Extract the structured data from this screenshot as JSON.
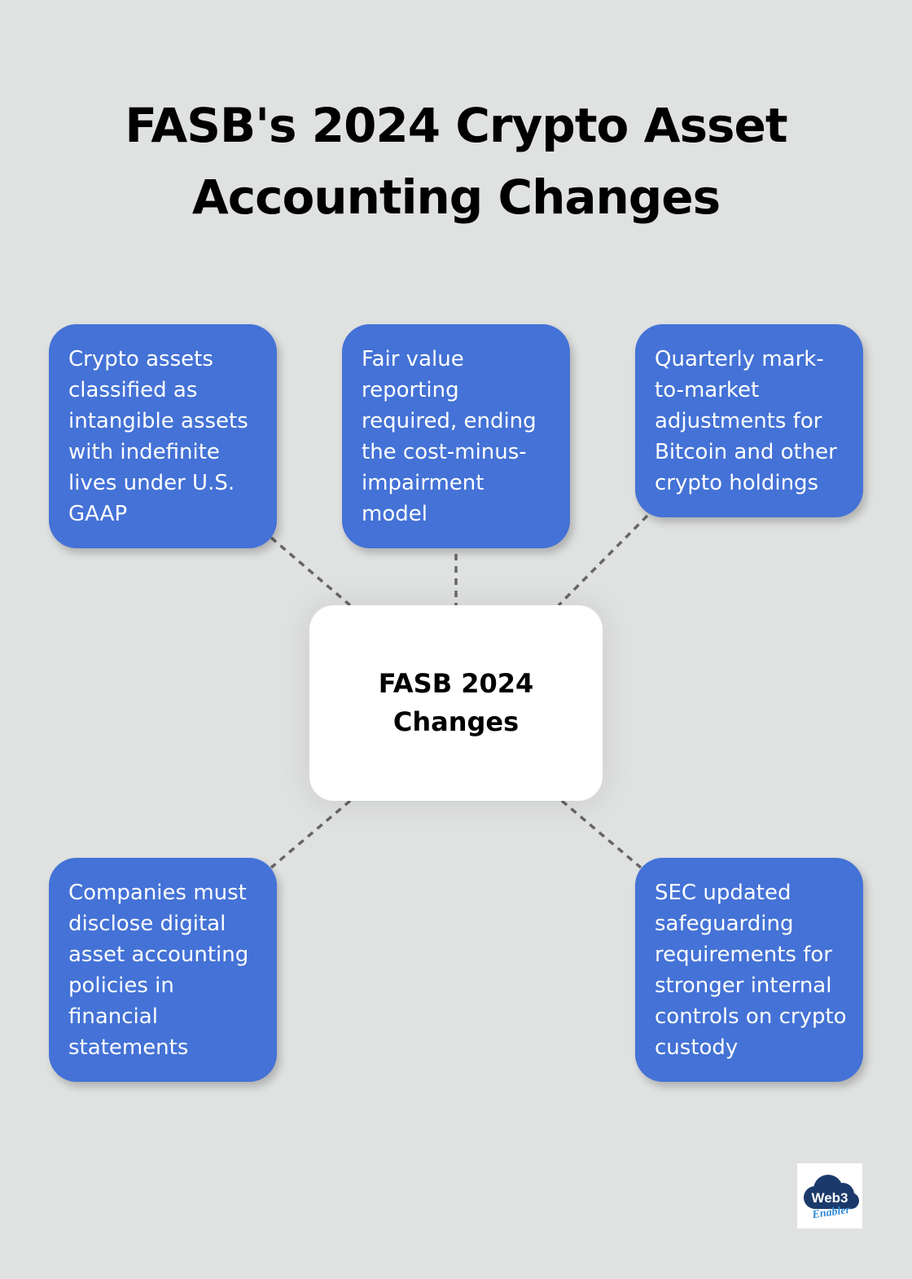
{
  "title": {
    "line1": "FASB's 2024 Crypto Asset",
    "line2": "Accounting Changes"
  },
  "center_node": {
    "line1": "FASB 2024",
    "line2": "Changes"
  },
  "nodes": [
    {
      "position": "top-left",
      "text": "Crypto assets classified as intangible assets with indefinite lives under U.S. GAAP"
    },
    {
      "position": "top-center",
      "text": "Fair value reporting required, ending the cost-minus-impairment model"
    },
    {
      "position": "top-right",
      "text": "Quarterly mark-to-market adjustments for Bitcoin and other crypto holdings"
    },
    {
      "position": "bottom-left",
      "text": "Companies must disclose digital asset accounting policies in financial statements"
    },
    {
      "position": "bottom-right",
      "text": "SEC updated safeguarding requirements for stronger internal controls on crypto custody"
    }
  ],
  "logo": {
    "line1": "Web3",
    "line2": "Enabler"
  },
  "colors": {
    "background": "#e0e2e1",
    "node_fill": "#4472d6",
    "center_fill": "#ffffff",
    "connector": "#666666",
    "logo_navy": "#1b3a6b",
    "logo_blue": "#2e8ad8"
  }
}
